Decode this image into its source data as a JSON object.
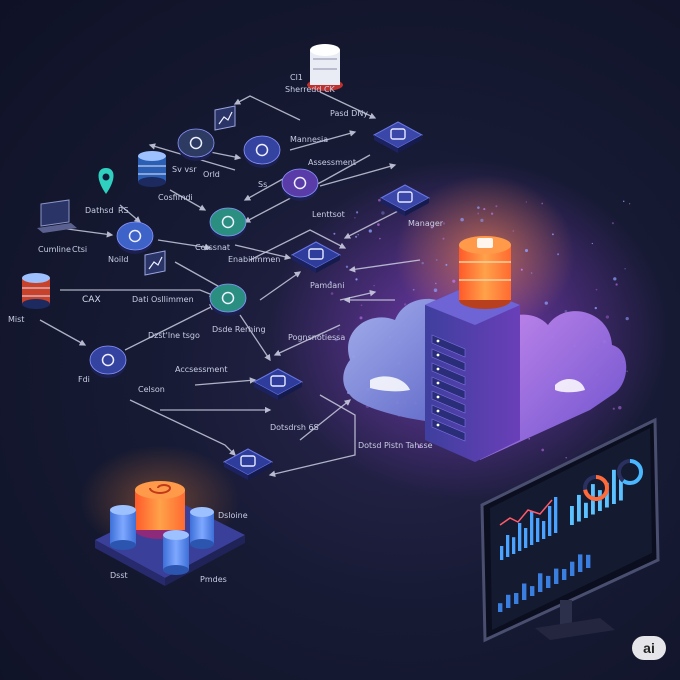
{
  "labels": {
    "cl1": "Cl1",
    "svc_ck": "Sherredd CK",
    "pasd_deny": "Pasd DNy",
    "mannesia": "Mannesia",
    "accessment_top": "Assessment",
    "ss": "Ss",
    "lenttsot": "Lenttsot",
    "manager": "Manager",
    "cosfimdi": "Cosfimdi",
    "sv_vsr": "Sv vsr",
    "orld": "Orld",
    "dathsd": "Dathsd",
    "rs": "RS",
    "cumline": "Cumline",
    "ctsi": "Ctsi",
    "noild": "Noild",
    "cotssnat": "Cotssnat",
    "enabilimmen": "Enabilimmen",
    "cax": "CAX",
    "mist": "Mist",
    "dati_oslimmen": "Dati Osllimmen",
    "dsde_rerhing": "Dsde Rerhing",
    "pamdani": "Pamdani",
    "pognsnotiessa": "Pognsnotiessa",
    "dzstlne_tsgo": "Dzst'lne tsgo",
    "felr": "Fdi",
    "celson": "Celson",
    "acssesorment": "Accsessment",
    "dotlusd": "Dotsdrsh 6S",
    "dotsd_pistn": "Dotsd Pistn Tahsse",
    "dsioine": "Dsloine",
    "dsst": "Dsst",
    "pmdes": "Pmdes",
    "badge": "ai"
  },
  "colors": {
    "background": "#161a33",
    "node": "#2c3580",
    "node_light": "#4a58c4",
    "accent_orange": "#ff7a2e",
    "accent_red": "#e23a3a",
    "accent_purple": "#9a4cff",
    "accent_teal": "#2bb39a",
    "cloud": "#8ea0e8",
    "connector": "#c9ccdf"
  },
  "dashboard": {
    "gauge_1": 0.72,
    "gauge_2": 0.6,
    "bars_a": [
      0.35,
      0.55,
      0.42,
      0.7,
      0.5,
      0.85,
      0.6,
      0.45,
      0.75,
      0.9
    ],
    "bars_b": [
      0.5,
      0.7,
      0.4,
      0.8,
      0.55,
      0.65,
      0.9,
      0.6
    ],
    "bars_c": [
      0.4,
      0.6,
      0.5,
      0.75,
      0.45,
      0.85,
      0.55,
      0.7,
      0.5,
      0.65,
      0.8,
      0.6
    ]
  },
  "icons": [
    "database-icon",
    "gear-icon",
    "cloud-icon",
    "wifi-icon",
    "search-icon",
    "chart-icon",
    "server-icon",
    "laptop-icon",
    "pin-icon",
    "monitor-icon",
    "document-icon",
    "network-icon",
    "people-icon"
  ]
}
